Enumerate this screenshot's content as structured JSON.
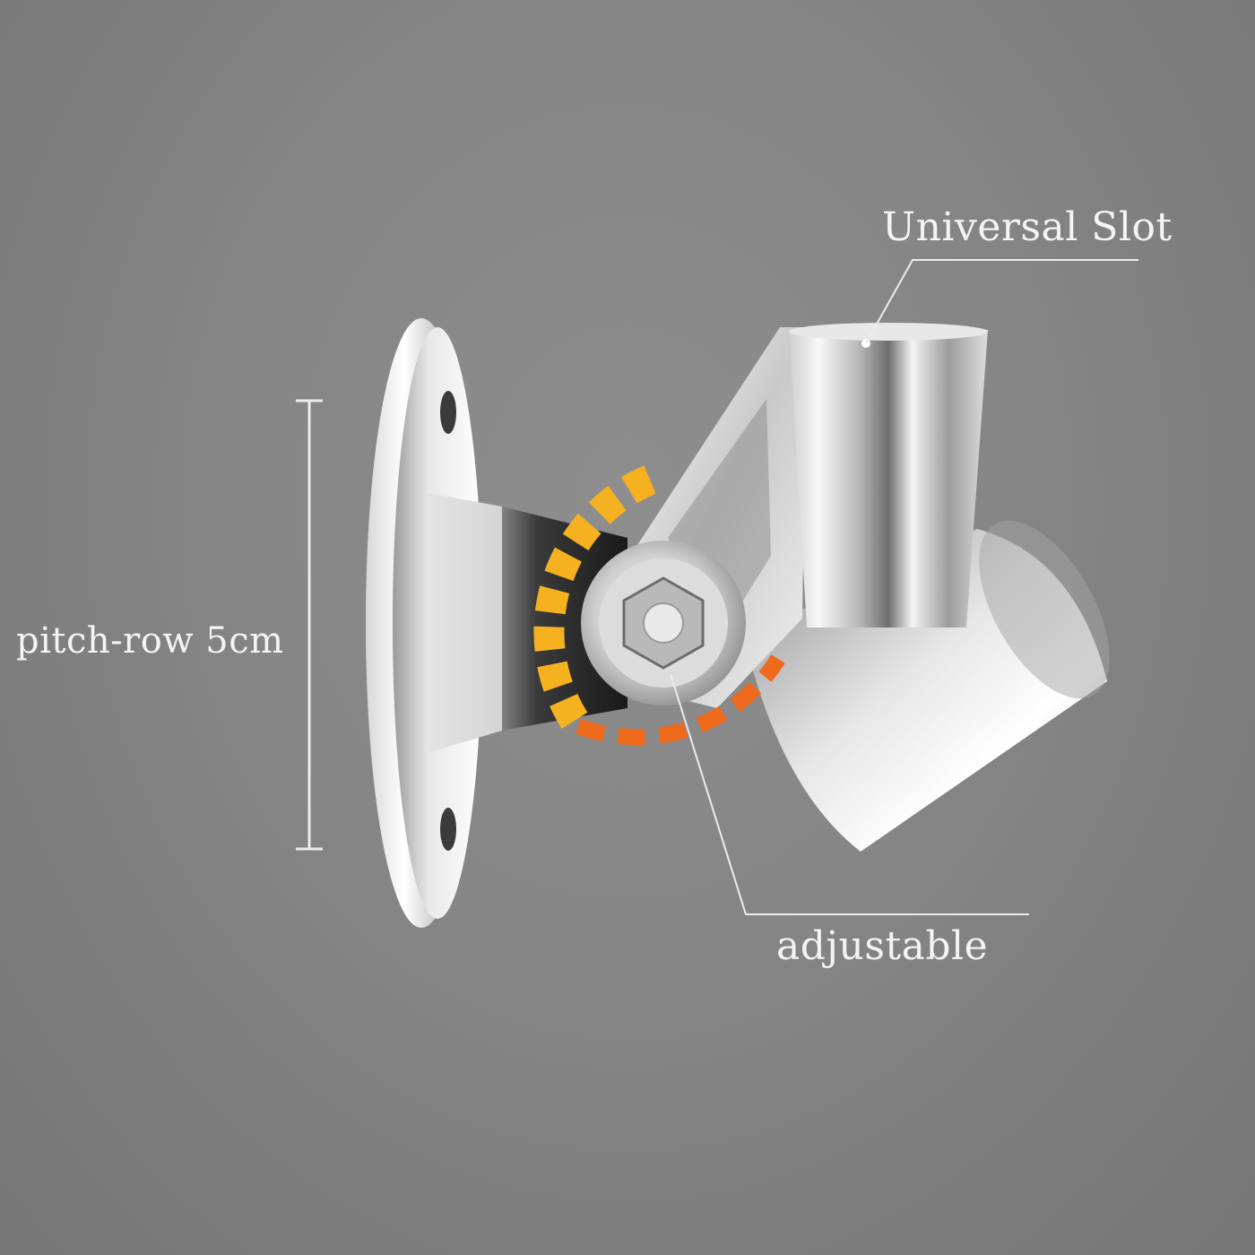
{
  "labels": {
    "universal_slot": "Universal Slot",
    "pitch_row": "pitch-row 5cm",
    "adjustable": "adjustable"
  },
  "colors": {
    "background": "#858585",
    "label_text": "#f4f4f4",
    "arc_yellow": "#f5b120",
    "arc_orange": "#ee6a1c",
    "chrome_light": "#f2f2f2",
    "chrome_dark": "#2a2a2a"
  },
  "product": "chrome shower head holder bracket"
}
